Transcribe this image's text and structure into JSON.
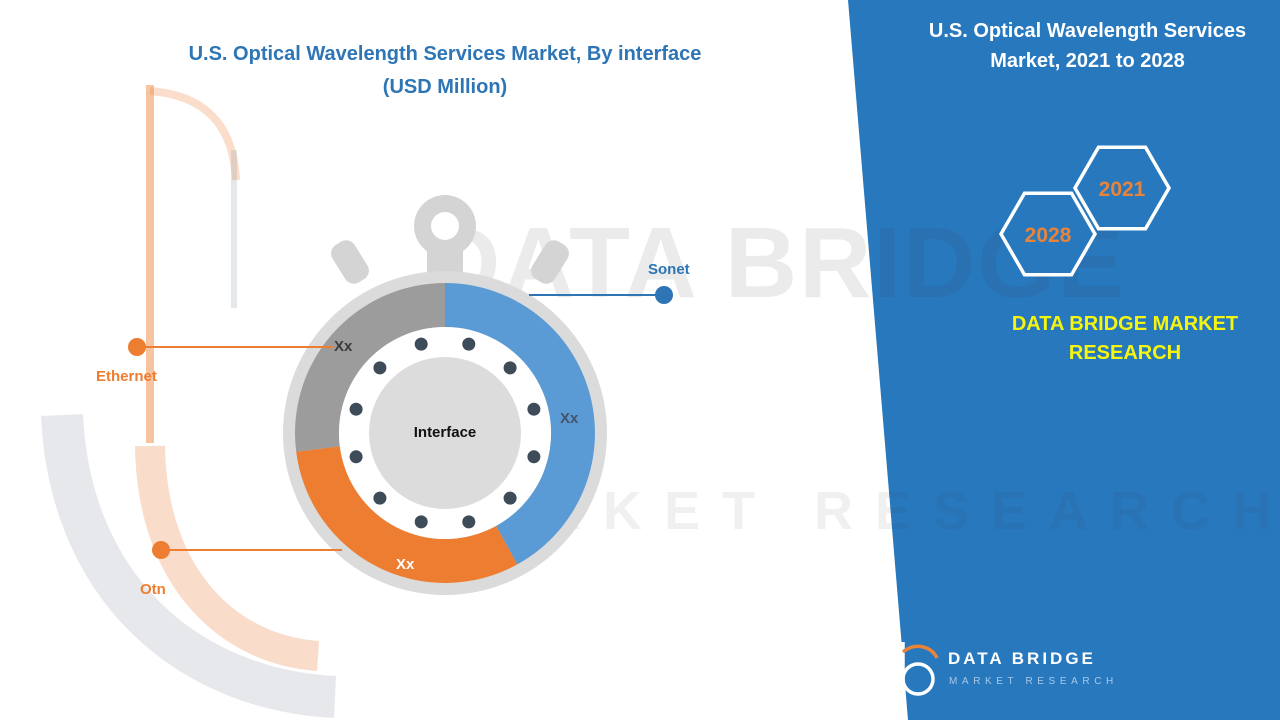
{
  "title": {
    "line1": "U.S. Optical Wavelength Services Market, By interface",
    "line2": "(USD Million)",
    "color": "#2E75B6"
  },
  "watermark": {
    "line1": "DATA BRIDGE",
    "line2": "MARKET RESEARCH"
  },
  "chart_data": {
    "type": "pie",
    "title": "U.S. Optical Wavelength Services Market, By interface (USD Million)",
    "units": "USD Million",
    "center_label": "Interface",
    "legend_position": "callouts",
    "segments": [
      {
        "label": "Sonet",
        "value": "Xx",
        "fraction": 0.42,
        "color": "#5B9BD5",
        "callout_color": "#2E75B6",
        "value_color": "#44546A"
      },
      {
        "label": "Otn",
        "value": "Xx",
        "fraction": 0.31,
        "color": "#ED7D31",
        "callout_color": "#ED7D31",
        "value_color": "#FFFFFF"
      },
      {
        "label": "Ethernet",
        "value": "Xx",
        "fraction": 0.27,
        "color": "#9C9C9C",
        "callout_color": "#ED7D31",
        "value_color": "#3B3B3B"
      }
    ]
  },
  "side_panel": {
    "background": "#2878BE",
    "heading": "U.S. Optical Wavelength Services Market, 2021 to 2028",
    "hexagons": [
      {
        "year": "2028"
      },
      {
        "year": "2021"
      }
    ],
    "year_color": "#E8833A",
    "brand_text": "DATA BRIDGE MARKET RESEARCH",
    "brand_color": "#F5F50F"
  },
  "footer_logo": {
    "name": "DATA BRIDGE",
    "subtitle": "MARKET RESEARCH"
  }
}
